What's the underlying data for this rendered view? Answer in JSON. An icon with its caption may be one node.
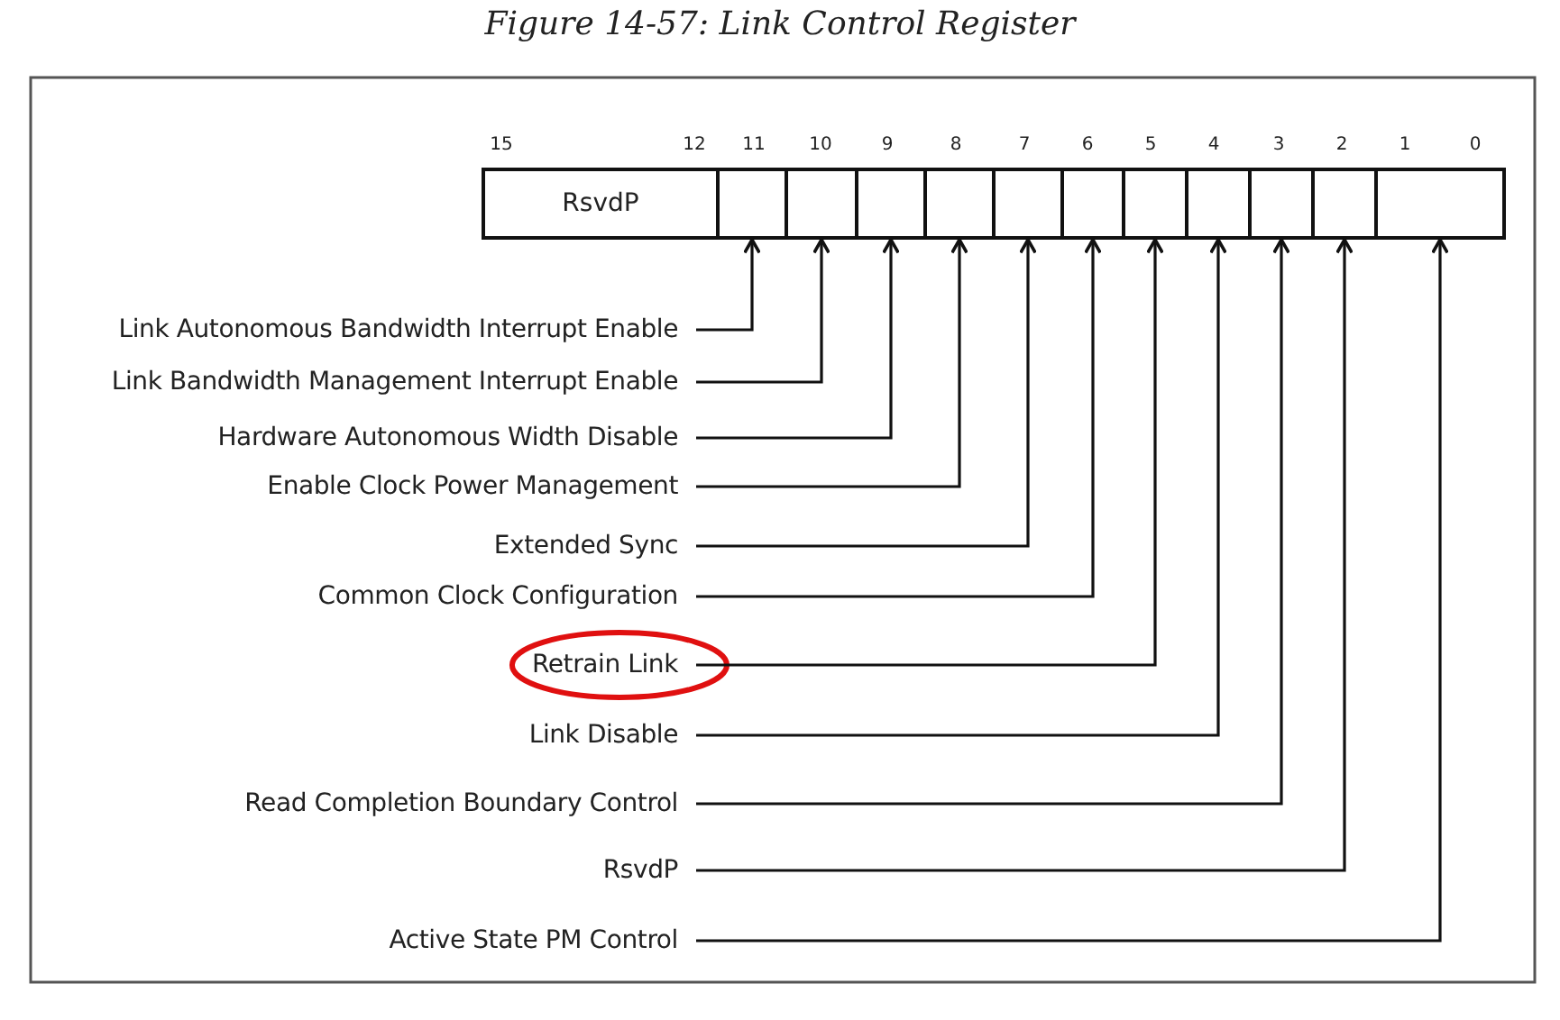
{
  "diagram": {
    "title": "Figure 14-57: Link Control Register",
    "nodes": [
      {
        "text": [
          "RsvdP"
        ]
      },
      {
        "text": [],
        "shape": "box"
      },
      {
        "text": [],
        "shape": "box"
      },
      {
        "text": [],
        "shape": "box"
      },
      {
        "text": [],
        "shape": "box"
      },
      {
        "text": [],
        "shape": "box"
      },
      {
        "text": [],
        "shape": "box"
      },
      {
        "text": [],
        "shape": "box"
      },
      {
        "text": [],
        "shape": "box"
      },
      {
        "text": [],
        "shape": "box"
      },
      {
        "text": [],
        "shape": "box"
      },
      {
        "text": [],
        "shape": "box"
      },
      {
        "text": [
          "Link Autonomous Bandwidth Interrupt Enable"
        ]
      },
      {
        "text": [
          "Link Bandwidth Management Interrupt Enable"
        ]
      },
      {
        "text": [
          "Hardware Autonomous Width Disable"
        ]
      },
      {
        "text": [
          "Enable Clock Power Management"
        ]
      },
      {
        "text": [
          "Extended Sync"
        ]
      },
      {
        "text": [
          "Common Clock Configuration"
        ]
      },
      {
        "text": [
          "Retrain Link"
        ]
      },
      {
        "text": [
          "Link Disable"
        ]
      },
      {
        "text": [
          "Read Completion Boundary Control"
        ]
      },
      {
        "text": [
          "RsvdP"
        ]
      },
      {
        "text": [
          "Active State PM Control"
        ]
      }
    ],
    "edges": [
      {
        "from": 12,
        "to": 1,
        "arrow": "to"
      },
      {
        "from": 13,
        "to": 2,
        "arrow": "to"
      },
      {
        "from": 14,
        "to": 3,
        "arrow": "to"
      },
      {
        "from": 15,
        "to": 4,
        "arrow": "to"
      },
      {
        "from": 16,
        "to": 5,
        "arrow": "to"
      },
      {
        "from": 17,
        "to": 6,
        "arrow": "to"
      },
      {
        "from": 18,
        "to": 7,
        "arrow": "to"
      },
      {
        "from": 19,
        "to": 8,
        "arrow": "to"
      },
      {
        "from": 20,
        "to": 9,
        "arrow": "to"
      },
      {
        "from": 21,
        "to": 10,
        "arrow": "to"
      },
      {
        "from": 22,
        "to": 11,
        "arrow": "to"
      }
    ],
    "labels": [
      "15",
      "12",
      "11",
      "10",
      "9",
      "8",
      "7",
      "6",
      "5",
      "4",
      "3",
      "2",
      "1",
      "0"
    ]
  }
}
